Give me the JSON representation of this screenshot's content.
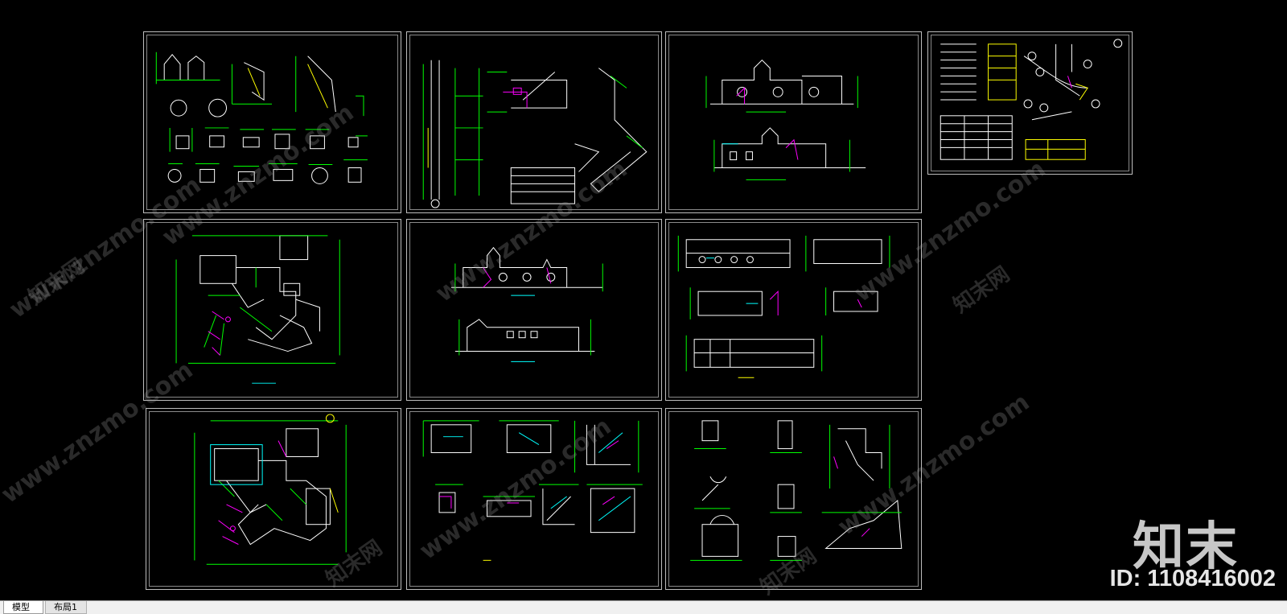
{
  "tabs": [
    {
      "label": "模型",
      "active": true
    },
    {
      "label": "布局1",
      "active": false
    }
  ],
  "watermark": {
    "brand_text": "知末",
    "id_text": "ID: 1108416002",
    "repeat_text": "www.znzmo.com",
    "repeat_text_cn": "知末网"
  },
  "colors": {
    "background": "#000000",
    "frame": "#bdbdbd",
    "line_green": "#00ff00",
    "line_magenta": "#ff00ff",
    "line_white": "#ffffff",
    "line_cyan": "#00ffff",
    "line_yellow": "#ffff00"
  },
  "sheets": [
    {
      "name": "sheet-details-windows"
    },
    {
      "name": "sheet-section-stair"
    },
    {
      "name": "sheet-elevations-top"
    },
    {
      "name": "sheet-site-plan"
    },
    {
      "name": "sheet-floor-plan-1"
    },
    {
      "name": "sheet-elevations-mid"
    },
    {
      "name": "sheet-sections"
    },
    {
      "name": "sheet-floor-plan-2"
    },
    {
      "name": "sheet-stair-details"
    },
    {
      "name": "sheet-misc-details"
    }
  ]
}
